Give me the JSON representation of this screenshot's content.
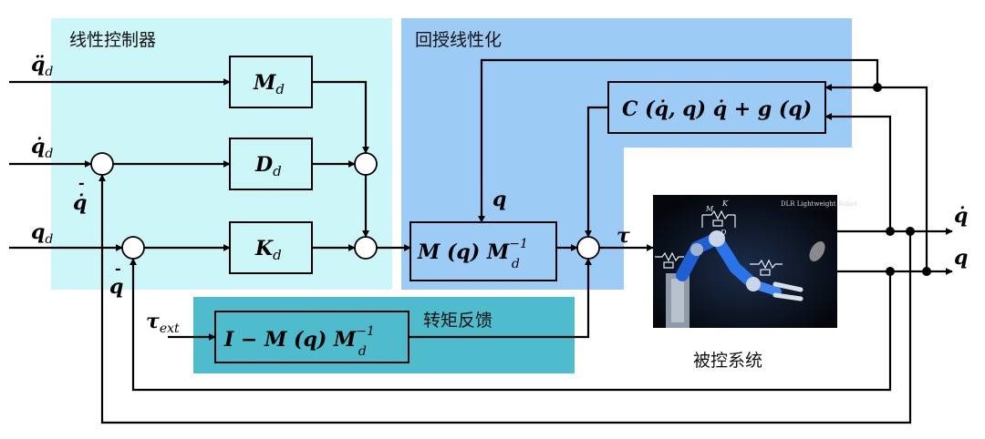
{
  "regions": {
    "linear_controller": "线性控制器",
    "feedback_linearization": "回授线性化",
    "torque_feedback": "转矩反馈",
    "controlled_system": "被控系统"
  },
  "inputs": {
    "qdd_d": "q̈",
    "qdd_d_sub": "d",
    "qd_d": "q̇",
    "qd_d_sub": "d",
    "q_d": "q",
    "q_d_sub": "d",
    "tau_ext": "τ",
    "tau_ext_sub": "ext"
  },
  "blocks": {
    "Md": {
      "main": "M",
      "sub": "d"
    },
    "Dd": {
      "main": "D",
      "sub": "d"
    },
    "Kd": {
      "main": "K",
      "sub": "d"
    },
    "MqMd": {
      "main": "M (q) M",
      "sup": "−1",
      "sub": "d"
    },
    "Cg": {
      "main": "C (q̇, q) q̇ + g (q)"
    },
    "IMqMd": {
      "main": "I − M (q) M",
      "sup": "−1",
      "sub": "d"
    }
  },
  "signals": {
    "neg_qdot": "q̇",
    "neg_q": "q",
    "q_fb": "q",
    "tau": "τ",
    "out_qdot": "q̇",
    "out_q": "q",
    "minus": "-"
  },
  "robot": {
    "photo_caption": "DLR Lightweight Robot",
    "spring_m": "M",
    "spring_k": "K",
    "spring_d": "D"
  },
  "colors": {
    "linear_controller_bg": "#cdf6f8",
    "feedback_linearization_bg": "#9ccbf6",
    "torque_feedback_bg": "#4fbccd"
  }
}
